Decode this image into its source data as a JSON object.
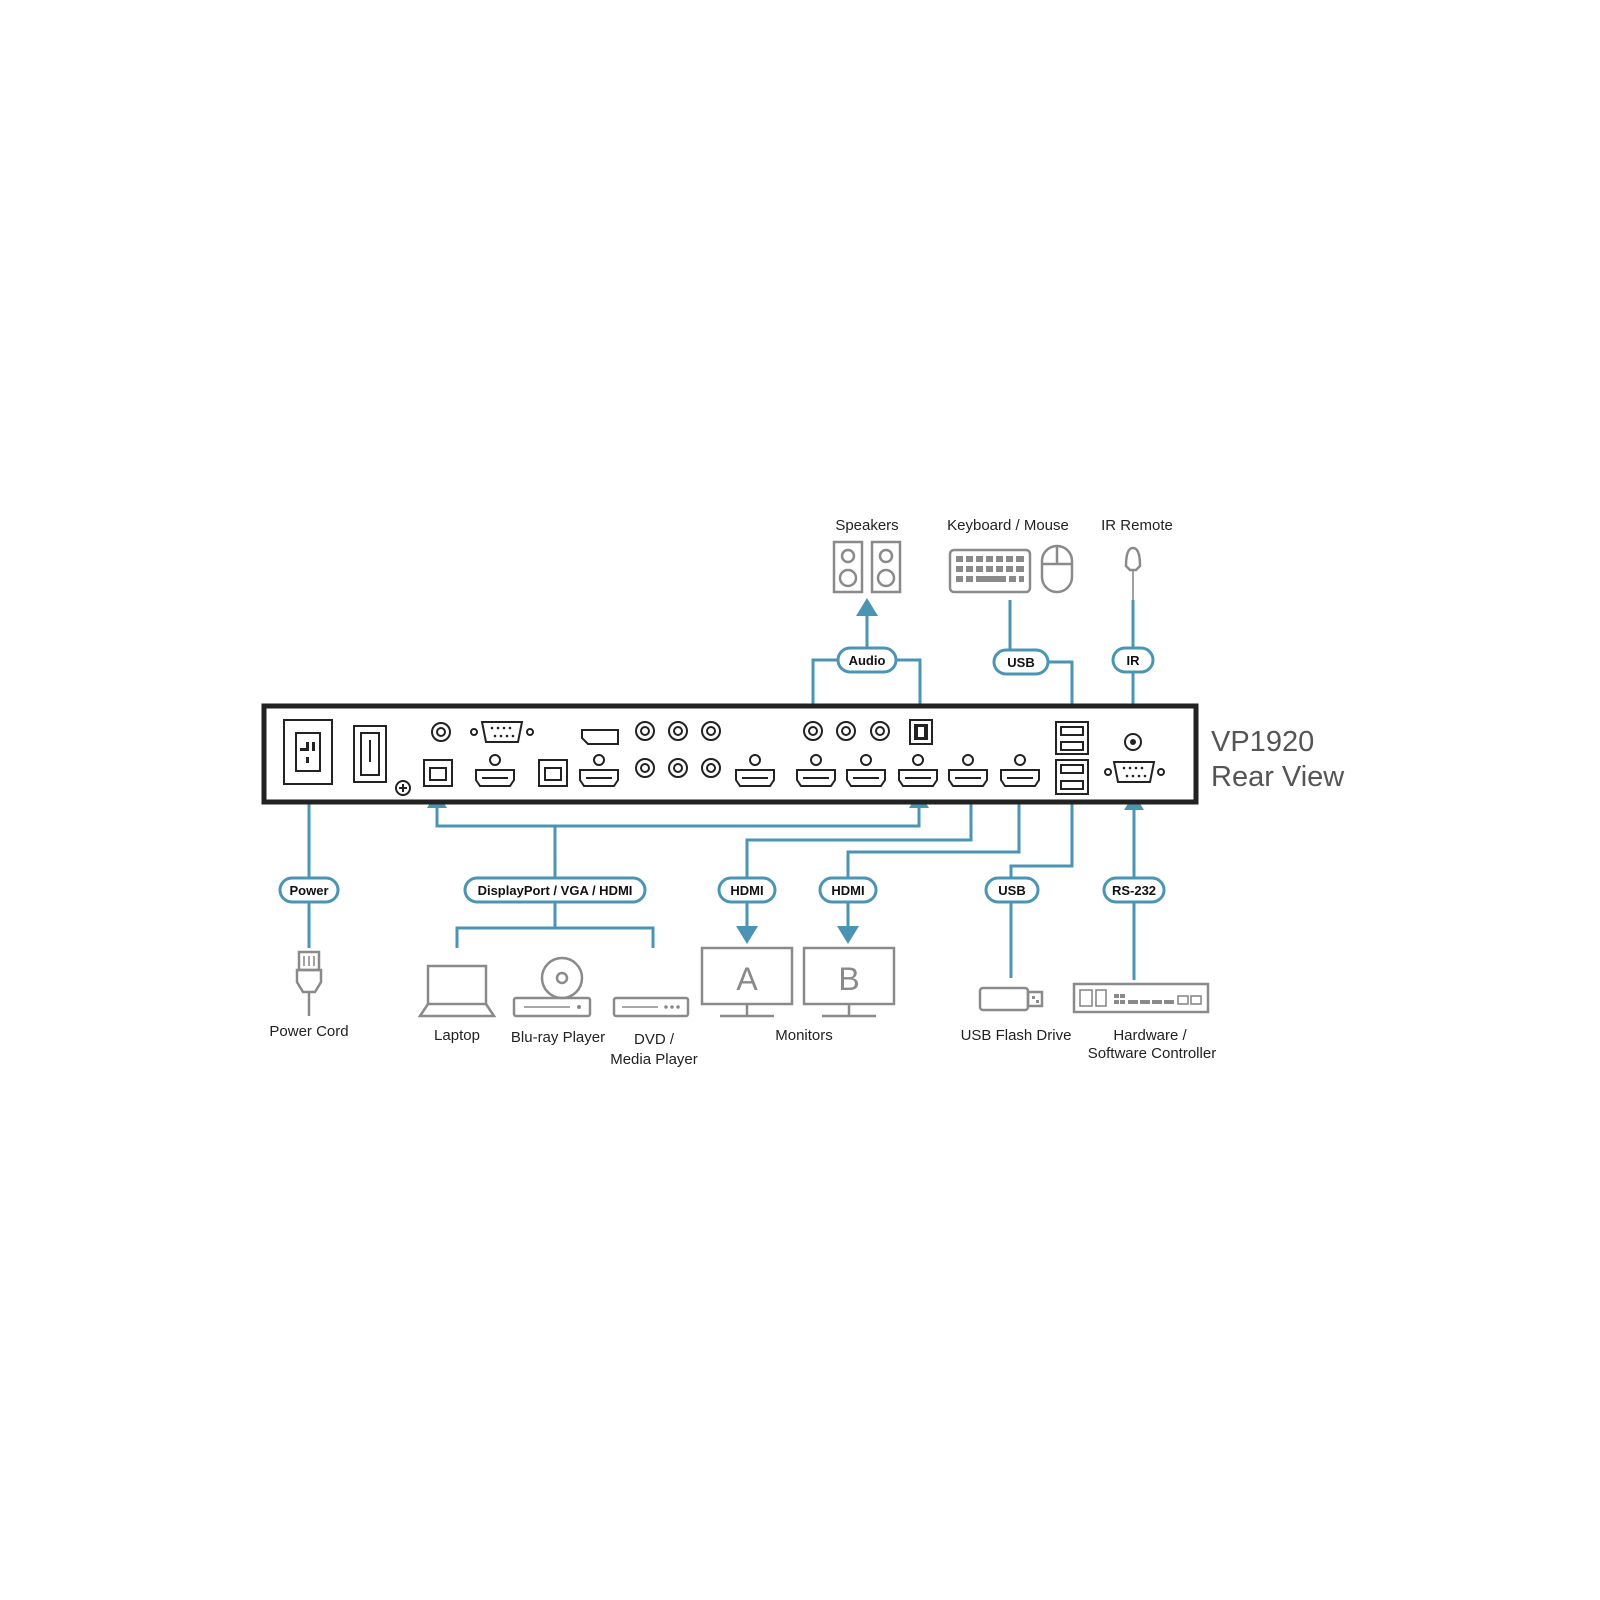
{
  "product": {
    "model": "VP1920",
    "view": "Rear View"
  },
  "connection_tags": {
    "power": "Power",
    "sources": "DisplayPort / VGA / HDMI",
    "hdmi_a": "HDMI",
    "hdmi_b": "HDMI",
    "usb_flash": "USB",
    "rs232": "RS-232",
    "audio": "Audio",
    "usb_keyboard": "USB",
    "ir": "IR"
  },
  "devices": {
    "speakers": "Speakers",
    "keyboard_mouse": "Keyboard / Mouse",
    "ir_remote": "IR Remote",
    "power_cord": "Power Cord",
    "laptop": "Laptop",
    "bluray": "Blu-ray Player",
    "dvd_line1": "DVD /",
    "dvd_line2": "Media Player",
    "monitors": "Monitors",
    "monitor_a": "A",
    "monitor_b": "B",
    "usb_flash": "USB Flash Drive",
    "controller_line1": "Hardware /",
    "controller_line2": "Software Controller"
  },
  "colors": {
    "wire": "#4b95b4",
    "device_outline": "#222222",
    "peripheral_icon": "#8a8a8a"
  }
}
